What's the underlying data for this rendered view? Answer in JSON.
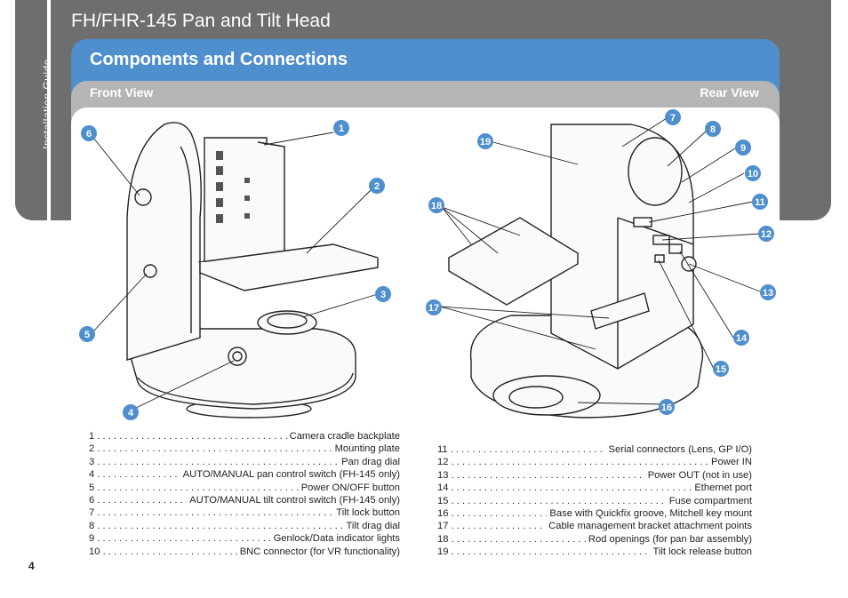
{
  "sidebar": {
    "label": "Installation Guide"
  },
  "header": {
    "title": "FH/FHR-145 Pan and Tilt Head"
  },
  "section": {
    "title": "Components and Connections"
  },
  "views": {
    "front": "Front View",
    "rear": "Rear View"
  },
  "callouts": {
    "c1": "1",
    "c2": "2",
    "c3": "3",
    "c4": "4",
    "c5": "5",
    "c6": "6",
    "c7": "7",
    "c8": "8",
    "c9": "9",
    "c10": "10",
    "c11": "11",
    "c12": "12",
    "c13": "13",
    "c14": "14",
    "c15": "15",
    "c16": "16",
    "c17": "17",
    "c18": "18",
    "c19": "19"
  },
  "legend_left": [
    {
      "num": "1",
      "text": "Camera cradle backplate"
    },
    {
      "num": "2",
      "text": "Mounting plate"
    },
    {
      "num": "3",
      "text": "Pan drag dial"
    },
    {
      "num": "4",
      "text": "AUTO/MANUAL pan control switch (FH-145 only)"
    },
    {
      "num": "5",
      "text": "Power ON/OFF button"
    },
    {
      "num": "6",
      "text": "AUTO/MANUAL tilt control switch (FH-145 only)"
    },
    {
      "num": "7",
      "text": "Tilt lock button"
    },
    {
      "num": "8",
      "text": "Tilt drag dial"
    },
    {
      "num": "9",
      "text": "Genlock/Data indicator lights"
    },
    {
      "num": "10",
      "text": "BNC connector (for VR functionality)"
    }
  ],
  "legend_right": [
    {
      "num": "11",
      "text": "Serial connectors (Lens, GP I/O)"
    },
    {
      "num": "12",
      "text": "Power IN"
    },
    {
      "num": "13",
      "text": "Power OUT (not in use)"
    },
    {
      "num": "14",
      "text": "Ethernet port"
    },
    {
      "num": "15",
      "text": "Fuse compartment"
    },
    {
      "num": "16",
      "text": "Base with Quickfix groove, Mitchell key mount"
    },
    {
      "num": "17",
      "text": "Cable management bracket attachment points"
    },
    {
      "num": "18",
      "text": "Rod openings (for pan bar assembly)"
    },
    {
      "num": "19",
      "text": "Tilt lock release button"
    }
  ],
  "page": {
    "number": "4"
  }
}
